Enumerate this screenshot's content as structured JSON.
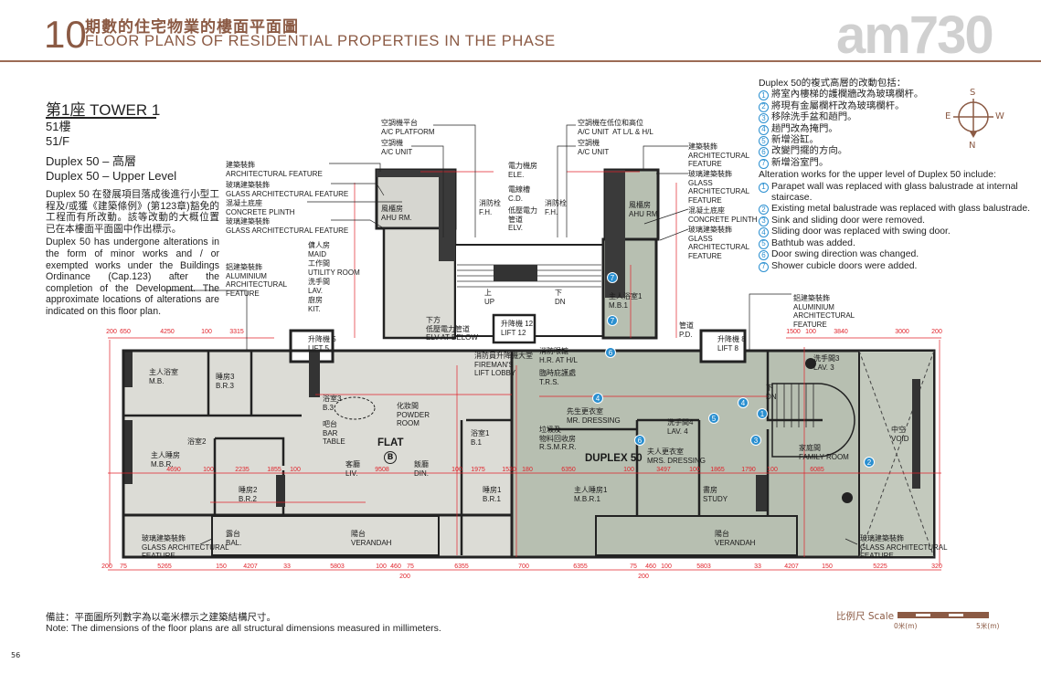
{
  "header": {
    "number": "10",
    "title_zh": "期數的住宅物業的樓面平面圖",
    "title_en": "FLOOR PLANS OF RESIDENTIAL PROPERTIES IN THE PHASE",
    "watermark": "am730"
  },
  "left": {
    "tower": "第1座  TOWER 1",
    "floor_zh": "51樓",
    "floor_en": "51/F",
    "unit_zh": "Duplex 50 – 高層",
    "unit_en": "Duplex 50 – Upper Level",
    "desc_zh": "Duplex 50 在發展項目落成後進行小型工程及/或獲《建築條例》(第123章)豁免的工程而有所改動。該等改動的大概位置已在本樓面平面圖中作出標示。",
    "desc_en": "Duplex 50 has undergone alterations in the form of minor works and / or exempted works under the Buildings Ordinance (Cap.123) after the completion of the Development. The approximate locations of alterations are indicated on this floor plan."
  },
  "legend": {
    "title_zh": "Duplex 50的複式高層的改動包括：",
    "items_zh": [
      "將室內樓梯的護欄牆改為玻璃欄杆。",
      "將現有金屬欄杆改為玻璃欄杆。",
      "移除洗手盆和趟門。",
      "趟門改為掩門。",
      "新增浴缸。",
      "改變門擺的方向。",
      "新增浴室門。"
    ],
    "title_en": "Alteration works for the upper level of Duplex 50 include:",
    "items_en": [
      "Parapet wall was replaced with glass balustrade at internal staircase.",
      "Existing metal balustrade was replaced with glass balustrade.",
      "Sink and sliding door were removed.",
      "Sliding door was replaced with swing door.",
      "Bathtub was added.",
      "Door swing direction was changed.",
      "Shower cubicle doors were added."
    ],
    "numbers": [
      "1",
      "2",
      "3",
      "4",
      "5",
      "6",
      "7"
    ]
  },
  "compass": {
    "s": "S",
    "e": "E",
    "w": "W",
    "n": "N"
  },
  "plan": {
    "labels": [
      {
        "zh": "主人浴室",
        "en": "M.B."
      },
      {
        "zh": "睡房3",
        "en": "B.R.3"
      },
      {
        "zh": "浴室3",
        "en": "B.3"
      },
      {
        "zh": "吧台",
        "en": "BAR\nTABLE"
      },
      {
        "zh": "化妝間",
        "en": "POWDER\nROOM"
      },
      {
        "zh": "浴室2",
        "en": ""
      },
      {
        "zh": "主人睡房",
        "en": "M.B.R."
      },
      {
        "zh": "客廳",
        "en": "LIV."
      },
      {
        "zh": "飯廳",
        "en": "DIN."
      },
      {
        "zh": "睡房2",
        "en": "B.R.2"
      },
      {
        "zh": "浴室1",
        "en": "B.1"
      },
      {
        "zh": "睡房1",
        "en": "B.R.1"
      },
      {
        "zh": "露台",
        "en": "BAL."
      },
      {
        "zh": "陽台",
        "en": "VERANDAH"
      },
      {
        "zh": "玻璃建築裝飾",
        "en": "GLASS ARCHITECTURAL\nFEATURE"
      },
      {
        "zh": "先生更衣室",
        "en": "MR. DRESSING"
      },
      {
        "zh": "垃圾及\n物料回收房",
        "en": "R.S.M.R.R."
      },
      {
        "zh": "洗手間4",
        "en": "LAV. 4"
      },
      {
        "zh": "夫人更衣室",
        "en": "MRS. DRESSING"
      },
      {
        "zh": "主人睡房1",
        "en": "M.B.R.1"
      },
      {
        "zh": "書房",
        "en": "STUDY"
      },
      {
        "zh": "家庭間",
        "en": "FAMILY ROOM"
      },
      {
        "zh": "中空",
        "en": "VOID"
      },
      {
        "zh": "洗手間3",
        "en": "LAV. 3"
      },
      {
        "zh": "陽台",
        "en": "VERANDAH"
      },
      {
        "zh": "玻璃建築裝飾",
        "en": "GLASS ARCHITECTURAL\nFEATURE"
      },
      {
        "zh": "升降機 8",
        "en": "LIFT 8"
      },
      {
        "zh": "管道",
        "en": "P.D."
      },
      {
        "zh": "下",
        "en": "DN"
      },
      {
        "zh": "升降機 5",
        "en": "LIFT 5"
      },
      {
        "zh": "傭人房",
        "en": "MAID"
      },
      {
        "zh": "工作間",
        "en": "UTILITY ROOM"
      },
      {
        "zh": "洗手間",
        "en": "LAV."
      },
      {
        "zh": "廚房",
        "en": "KIT."
      },
      {
        "zh": "風櫃房",
        "en": "AHU RM."
      },
      {
        "zh": "風櫃房",
        "en": "AHU RM."
      },
      {
        "zh": "主人浴室1",
        "en": "M.B.1"
      },
      {
        "zh": "空調機平台",
        "en": "A/C PLATFORM"
      },
      {
        "zh": "空調機",
        "en": "A/C UNIT"
      },
      {
        "zh": "空調機在低位和高位",
        "en": "A/C UNIT  AT L/L & H/L"
      },
      {
        "zh": "空調機",
        "en": "A/C UNIT"
      },
      {
        "zh": "電力機房",
        "en": "ELE."
      },
      {
        "zh": "電線槽",
        "en": "C.D."
      },
      {
        "zh": "低壓電力\n管道",
        "en": "ELV."
      },
      {
        "zh": "消防栓",
        "en": "F.H."
      },
      {
        "zh": "消防栓",
        "en": "F.H."
      },
      {
        "zh": "下方\n低壓電力管道",
        "en": "ELV AT BELOW"
      },
      {
        "zh": "升降機 12",
        "en": "LIFT 12"
      },
      {
        "zh": "消防員升降機大堂",
        "en": "FIREMAN'S\nLIFT LOBBY"
      },
      {
        "zh": "消防喉轆",
        "en": "H.R. AT H/L"
      },
      {
        "zh": "臨時庇護處",
        "en": "T.R.S."
      },
      {
        "zh": "上",
        "en": "UP"
      },
      {
        "zh": "下",
        "en": "DN"
      },
      {
        "zh": "建築裝飾",
        "en": "ARCHITECTURAL FEATURE"
      },
      {
        "zh": "玻璃建築裝飾",
        "en": "GLASS ARCHITECTURAL FEATURE"
      },
      {
        "zh": "混凝土底座",
        "en": "CONCRETE PLINTH"
      },
      {
        "zh": "玻璃建築裝飾",
        "en": "GLASS ARCHITECTURAL FEATURE"
      },
      {
        "zh": "鋁建築裝飾",
        "en": "ALUMINIUM\nARCHITECTURAL\nFEATURE"
      },
      {
        "zh": "建築裝飾",
        "en": "ARCHITECTURAL\nFEATURE"
      },
      {
        "zh": "玻璃建築裝飾",
        "en": "GLASS\nARCHITECTURAL\nFEATURE"
      },
      {
        "zh": "混凝土底座",
        "en": "CONCRETE PLINTH"
      },
      {
        "zh": "玻璃建築裝飾",
        "en": "GLASS\nARCHITECTURAL\nFEATURE"
      },
      {
        "zh": "鋁建築裝飾",
        "en": "ALUMINIUM\nARCHITECTURAL\nFEATURE"
      }
    ],
    "flat_label": "FLAT",
    "flat_letter": "B",
    "duplex_label": "DUPLEX 50",
    "markers": [
      "7",
      "7",
      "6",
      "4",
      "4",
      "5",
      "1",
      "3",
      "6",
      "2"
    ],
    "dims_top": [
      "200",
      "650",
      "4250",
      "100",
      "3315",
      "1500",
      "100",
      "3840",
      "3000",
      "200"
    ],
    "dims_mid": [
      "4690",
      "100",
      "2235",
      "1855",
      "100",
      "9508",
      "100",
      "1975",
      "1530",
      "180",
      "6350",
      "100",
      "3497",
      "100",
      "1865",
      "1790",
      "100",
      "6085"
    ],
    "dims_bottom": [
      "200",
      "75",
      "5265",
      "150",
      "4207",
      "33",
      "5803",
      "100",
      "460",
      "75",
      "200",
      "6355",
      "700",
      "6355",
      "75",
      "460",
      "100",
      "200",
      "5803",
      "33",
      "4207",
      "150",
      "5225",
      "320"
    ]
  },
  "footer": {
    "note_zh": "備註：平面圖所列數字為以毫米標示之建築結構尺寸。",
    "note_en": "Note:  The dimensions of the floor plans are all structural dimensions measured in millimeters.",
    "scale_label": "比例尺 Scale",
    "scale_0": "0米(m)",
    "scale_5": "5米(m)",
    "page": "56"
  },
  "colors": {
    "brand": "#8b5a44",
    "dimension": "#e0222a",
    "marker": "#2a8fd0",
    "flat_fill": "#dcdcd6",
    "duplex_fill": "#b7bfb1"
  }
}
